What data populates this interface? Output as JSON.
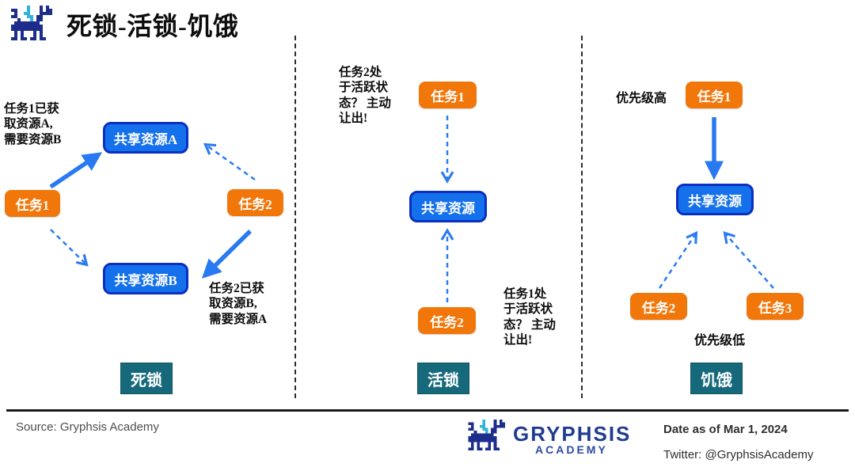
{
  "title": "死锁-活锁-饥饿",
  "colors": {
    "task_orange": "#f2770b",
    "resource_blue": "#1571eb",
    "resource_border": "#0a2fc2",
    "label_teal": "#16697a",
    "arrow_blue": "#2979f2",
    "logo_navy": "#1c2d8c",
    "logo_cyan": "#2fb3dc"
  },
  "icons": {
    "header_logo": "pixel-dragon-icon",
    "footer_logo": "pixel-dragon-icon"
  },
  "panels": [
    {
      "name": "deadlock",
      "label": "死锁",
      "task1": "任务1",
      "task2": "任务2",
      "resourceA": "共享资源A",
      "resourceB": "共享资源B",
      "note_left_lines": [
        "任务1已获",
        "取资源A,",
        "需要资源B"
      ],
      "note_right_lines": [
        "任务2已获",
        "取资源B,",
        "需要资源A"
      ]
    },
    {
      "name": "livelock",
      "label": "活锁",
      "task1": "任务1",
      "task2": "任务2",
      "resource": "共享资源",
      "note_left_lines": [
        "任务2处",
        "于活跃状",
        "态？ 主动",
        "让出!"
      ],
      "note_right_lines": [
        "任务1处",
        "于活跃状",
        "态？ 主动",
        "让出!"
      ]
    },
    {
      "name": "starvation",
      "label": "饥饿",
      "task1": "任务1",
      "task2": "任务2",
      "task3": "任务3",
      "resource": "共享资源",
      "priority_high": "优先级高",
      "priority_low": "优先级低"
    }
  ],
  "footer": {
    "source": "Source: Gryphsis Academy",
    "logo_text": "GRYPHSIS",
    "logo_subtext": "ACADEMY",
    "date": "Date as of Mar 1, 2024",
    "twitter": "Twitter: @GryphsisAcademy"
  }
}
